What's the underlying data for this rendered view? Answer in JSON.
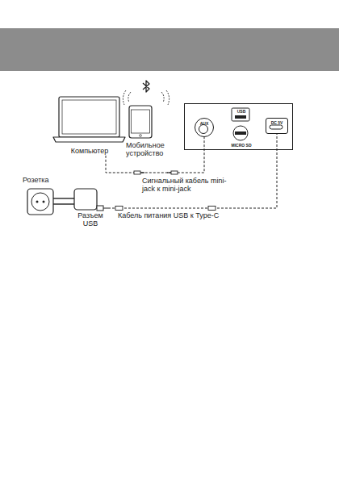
{
  "diagram": {
    "nodes": [
      {
        "text": [
          "Компьютер"
        ]
      },
      {
        "text": [
          "Мобильное устройство"
        ]
      },
      {
        "text": [
          "USB",
          "MICRO SD"
        ]
      },
      {
        "text": [
          "AUX"
        ],
        "in": 2
      },
      {
        "text": [
          "DC 5V"
        ],
        "in": 2
      },
      {
        "text": [
          "Розетка"
        ]
      },
      {
        "text": [
          "Разъем USB"
        ]
      }
    ],
    "edges": [
      {
        "from": 0,
        "to": 3,
        "arrow": "none",
        "label": "Сигнальный кабель mini-jack к mini-jack"
      },
      {
        "from": 6,
        "to": 4,
        "arrow": "none",
        "label": "Кабель питания USB к Type-C"
      }
    ]
  }
}
